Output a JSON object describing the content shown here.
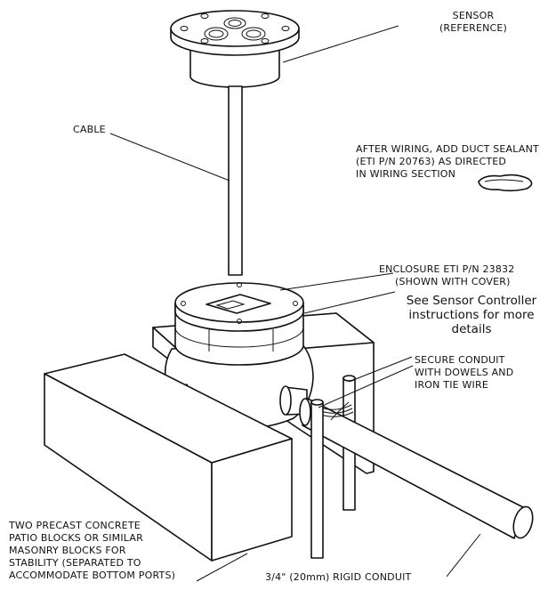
{
  "labels": {
    "sensor": [
      "SENSOR",
      "(REFERENCE)"
    ],
    "cable": "CABLE",
    "sealant": [
      "AFTER WIRING, ADD DUCT SEALANT",
      "(ETI P/N 20763) AS DIRECTED",
      "IN WIRING SECTION"
    ],
    "enclosure": [
      "ENCLOSURE ETI P/N 23832",
      "(SHOWN WITH COVER)"
    ],
    "controller_note": [
      "See Sensor Controller",
      "instructions for more",
      "details"
    ],
    "secure": [
      "SECURE CONDUIT",
      "WITH DOWELS AND",
      "IRON TIE WIRE"
    ],
    "blocks": [
      "TWO PRECAST CONCRETE",
      "PATIO BLOCKS OR SIMILAR",
      "MASONRY BLOCKS FOR",
      "STABILITY (SEPARATED TO",
      "ACCOMMODATE BOTTOM PORTS)"
    ],
    "conduit": "3/4\" (20mm) RIGID CONDUIT"
  }
}
